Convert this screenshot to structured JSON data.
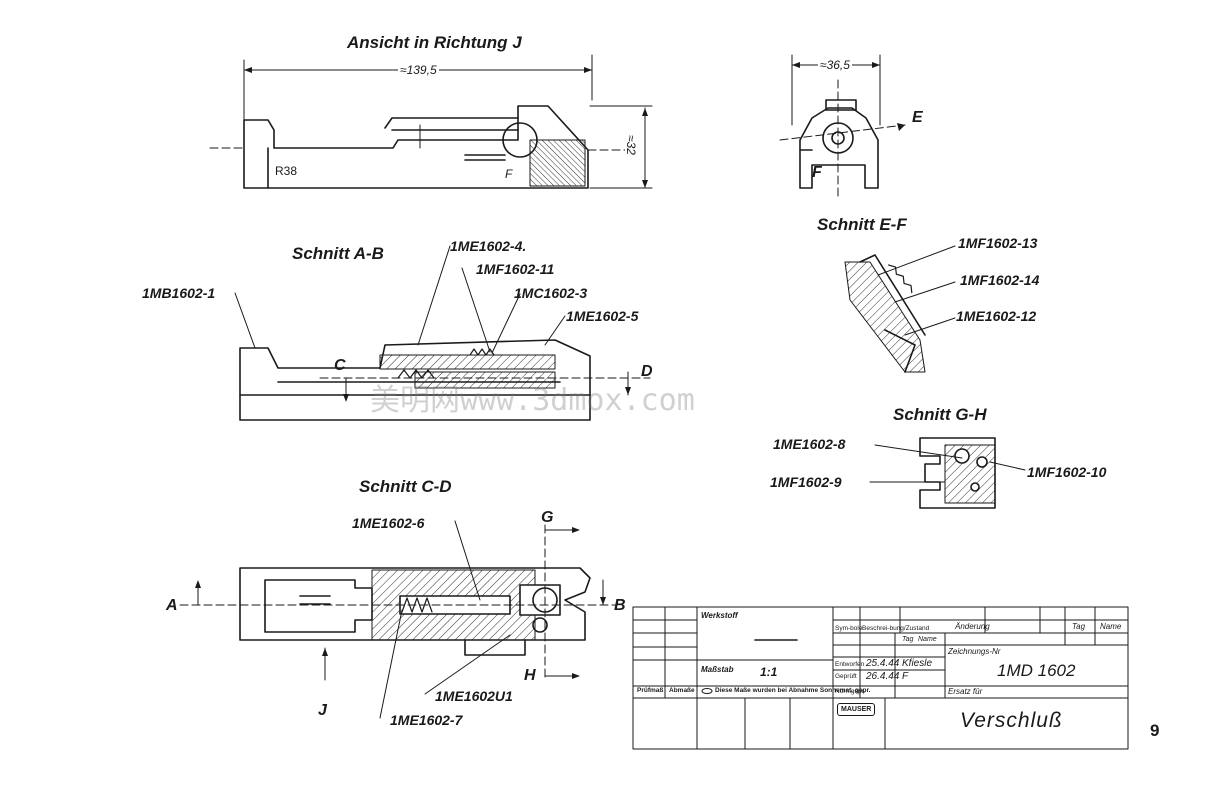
{
  "views": {
    "view_j_title": "Ansicht in Richtung J",
    "section_ab_title": "Schnitt A-B",
    "section_cd_title": "Schnitt C-D",
    "section_ef_title": "Schnitt E-F",
    "section_gh_title": "Schnitt G-H"
  },
  "dimensions": {
    "length": "≈139,5",
    "height": "≈32",
    "width": "≈36,5",
    "stamp": "R38",
    "mark_f": "F"
  },
  "section_marks": {
    "a": "A",
    "b": "B",
    "c": "C",
    "d": "D",
    "e": "E",
    "f": "F",
    "g": "G",
    "h": "H",
    "j": "J"
  },
  "part_numbers": {
    "main": "1MB1602-1",
    "p4": "1ME1602-4.",
    "p11": "1MF1602-11",
    "p3": "1MC1602-3",
    "p5": "1ME1602-5",
    "p6": "1ME1602-6",
    "pu1": "1ME1602U1",
    "p7": "1ME1602-7",
    "p13": "1MF1602-13",
    "p14": "1MF1602-14",
    "p12": "1ME1602-12",
    "p8": "1ME1602-8",
    "p9": "1MF1602-9",
    "p10": "1MF1602-10"
  },
  "watermark": "美明网www.3dmox.com",
  "title_block": {
    "werkstoff_label": "Werkstoff",
    "massstab_label": "Maßstab",
    "massstab_value": "1:1",
    "note": "Diese Maße wurden bei Abnahme Sonnemat. gepr.",
    "pruefmass_label": "Prüfmaß",
    "abmasse_label": "Abmaße",
    "symbol_label": "Sym-bole",
    "zustand_label": "Beschrei-bung/Zustand",
    "aenderung_label": "Änderung",
    "tag_label": "Tag",
    "name_label": "Name",
    "entworfen_label": "Entworfen",
    "geprueft_label": "Geprüft",
    "normgepr_label": "Normgepr.",
    "date_drawn": "25.4.44",
    "name_drawn": "Kfiesle",
    "date_checked": "26.4.44",
    "name_checked": "F",
    "zeichnung_label": "Zeichnungs-Nr",
    "zeichnung_nr": "1MD 1602",
    "ersatz_label": "Ersatz für",
    "logo": "MAUSER",
    "title": "Verschluß"
  },
  "page_number": "9"
}
